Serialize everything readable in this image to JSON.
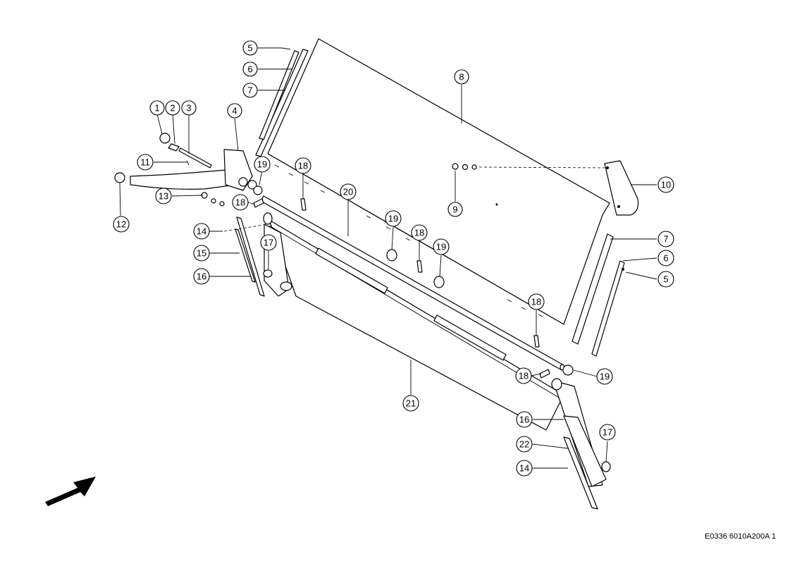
{
  "drawing_code": "E0336 6010A200A 1",
  "callouts": [
    {
      "id": "c1",
      "label": "1"
    },
    {
      "id": "c2",
      "label": "2"
    },
    {
      "id": "c3",
      "label": "3"
    },
    {
      "id": "c4",
      "label": "4"
    },
    {
      "id": "c5a",
      "label": "5"
    },
    {
      "id": "c6a",
      "label": "6"
    },
    {
      "id": "c7a",
      "label": "7"
    },
    {
      "id": "c8",
      "label": "8"
    },
    {
      "id": "c9",
      "label": "9"
    },
    {
      "id": "c10",
      "label": "10"
    },
    {
      "id": "c11",
      "label": "11"
    },
    {
      "id": "c12",
      "label": "12"
    },
    {
      "id": "c13",
      "label": "13"
    },
    {
      "id": "c14a",
      "label": "14"
    },
    {
      "id": "c15",
      "label": "15"
    },
    {
      "id": "c16a",
      "label": "16"
    },
    {
      "id": "c17a",
      "label": "17"
    },
    {
      "id": "c18a",
      "label": "18"
    },
    {
      "id": "c18b",
      "label": "18"
    },
    {
      "id": "c18c",
      "label": "18"
    },
    {
      "id": "c18d",
      "label": "18"
    },
    {
      "id": "c18e",
      "label": "18"
    },
    {
      "id": "c19a",
      "label": "19"
    },
    {
      "id": "c19b",
      "label": "19"
    },
    {
      "id": "c19c",
      "label": "19"
    },
    {
      "id": "c19d",
      "label": "19"
    },
    {
      "id": "c20",
      "label": "20"
    },
    {
      "id": "c21",
      "label": "21"
    },
    {
      "id": "c7b",
      "label": "7"
    },
    {
      "id": "c6b",
      "label": "6"
    },
    {
      "id": "c5b",
      "label": "5"
    },
    {
      "id": "c16b",
      "label": "16"
    },
    {
      "id": "c17b",
      "label": "17"
    },
    {
      "id": "c22",
      "label": "22"
    },
    {
      "id": "c14b",
      "label": "14"
    }
  ]
}
